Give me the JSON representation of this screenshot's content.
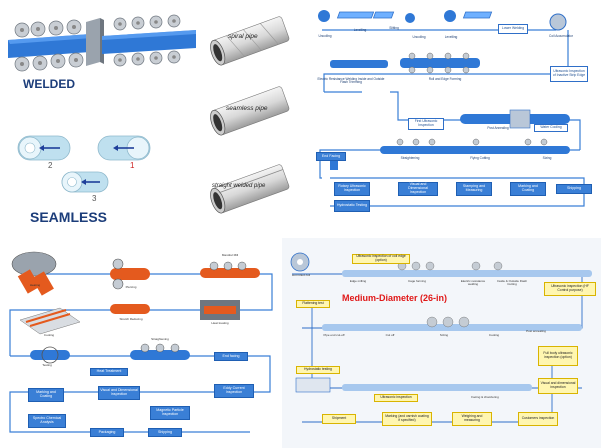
{
  "welded": {
    "title": "WELDED",
    "seamless_title": "SEAMLESS",
    "num_1": "1",
    "num_2": "2",
    "num_3": "3"
  },
  "pipes": {
    "spiral": "spiral pipe",
    "seamless": "seamless pipe",
    "straight": "straight welded pipe"
  },
  "process_tr": {
    "steps": {
      "s1": "Uncoiling",
      "s2": "Levelling",
      "s3": "Slitting",
      "s4": "Uncoiling",
      "s5": "Levelling",
      "s6": "Lower Welding",
      "s7": "Coil Accumulator",
      "s8": "Ultrasonic Inspection of Inactive Strip Edge",
      "s9": "Roll and Edge Forming",
      "s10": "Electric Resistance Welding Inside and Outside Flash Trimming",
      "s11": "First Ultrasonic Inspection",
      "s12": "Post Annealing",
      "s13": "Water Cooling",
      "s14": "Sizing",
      "s15": "Flying Cutting",
      "s16": "Straightening",
      "s17": "End Facing",
      "s18": "Rotary Ultrasonic Inspection",
      "s19": "Visual and Dimensional Inspection",
      "s20": "Hydrostatic Testing",
      "s21": "Stamping and Measuring",
      "s22": "Marking and Coating",
      "s23": "Shipping"
    }
  },
  "process_bl": {
    "steps": {
      "s1": "Heating",
      "s2": "Piercing",
      "s3": "Mandrel Mill",
      "s4": "Cooling",
      "s5": "Stretch Reducing",
      "s6": "Heat treating",
      "s7": "Testing",
      "s8": "Straightening",
      "s9": "End facing",
      "s10": "Heat Treatment",
      "s11": "Eddy Current Inspection",
      "s12": "Marking and Coating",
      "s13": "Visual and Dimensional Inspection",
      "s14": "Magnetic Particle Inspection",
      "s15": "Spectro Chemical Analysis",
      "s16": "Packaging",
      "s17": "Shipping"
    }
  },
  "process_br": {
    "title": "Medium-Diameter (26-in)",
    "steps": {
      "s1": "Hot rolled coil",
      "s2": "Ultrasonic inspection of coil edge (option)",
      "s3": "Edge milling",
      "s4": "Cage forming",
      "s5": "Electric resistance welding",
      "s6": "Inside & Outside Flash Cutting",
      "s7": "Ultrasonic inspection (HF Control purpose)",
      "s8": "Flattening test",
      "s9": "Pipe end cut-off",
      "s10": "Cut off",
      "s11": "Sizing",
      "s12": "Cooling",
      "s13": "Post annealing",
      "s14": "Full body ultrasonic inspection (option)",
      "s15": "Hydrostatic testing",
      "s16": "Ultrasonic inspection",
      "s17": "Facing & chamfering",
      "s18": "Visual and dimensional inspection",
      "s19": "Shipment",
      "s20": "Marking (and varnish coating if specified)",
      "s21": "Weighing and measuring",
      "s22": "Customers inspection"
    }
  },
  "colors": {
    "accent": "#3a7fd6",
    "frame": "#2f6fc8",
    "pipe_blue": "#2f78d6",
    "hot": "#e45a1e",
    "title_red": "#e01818"
  }
}
